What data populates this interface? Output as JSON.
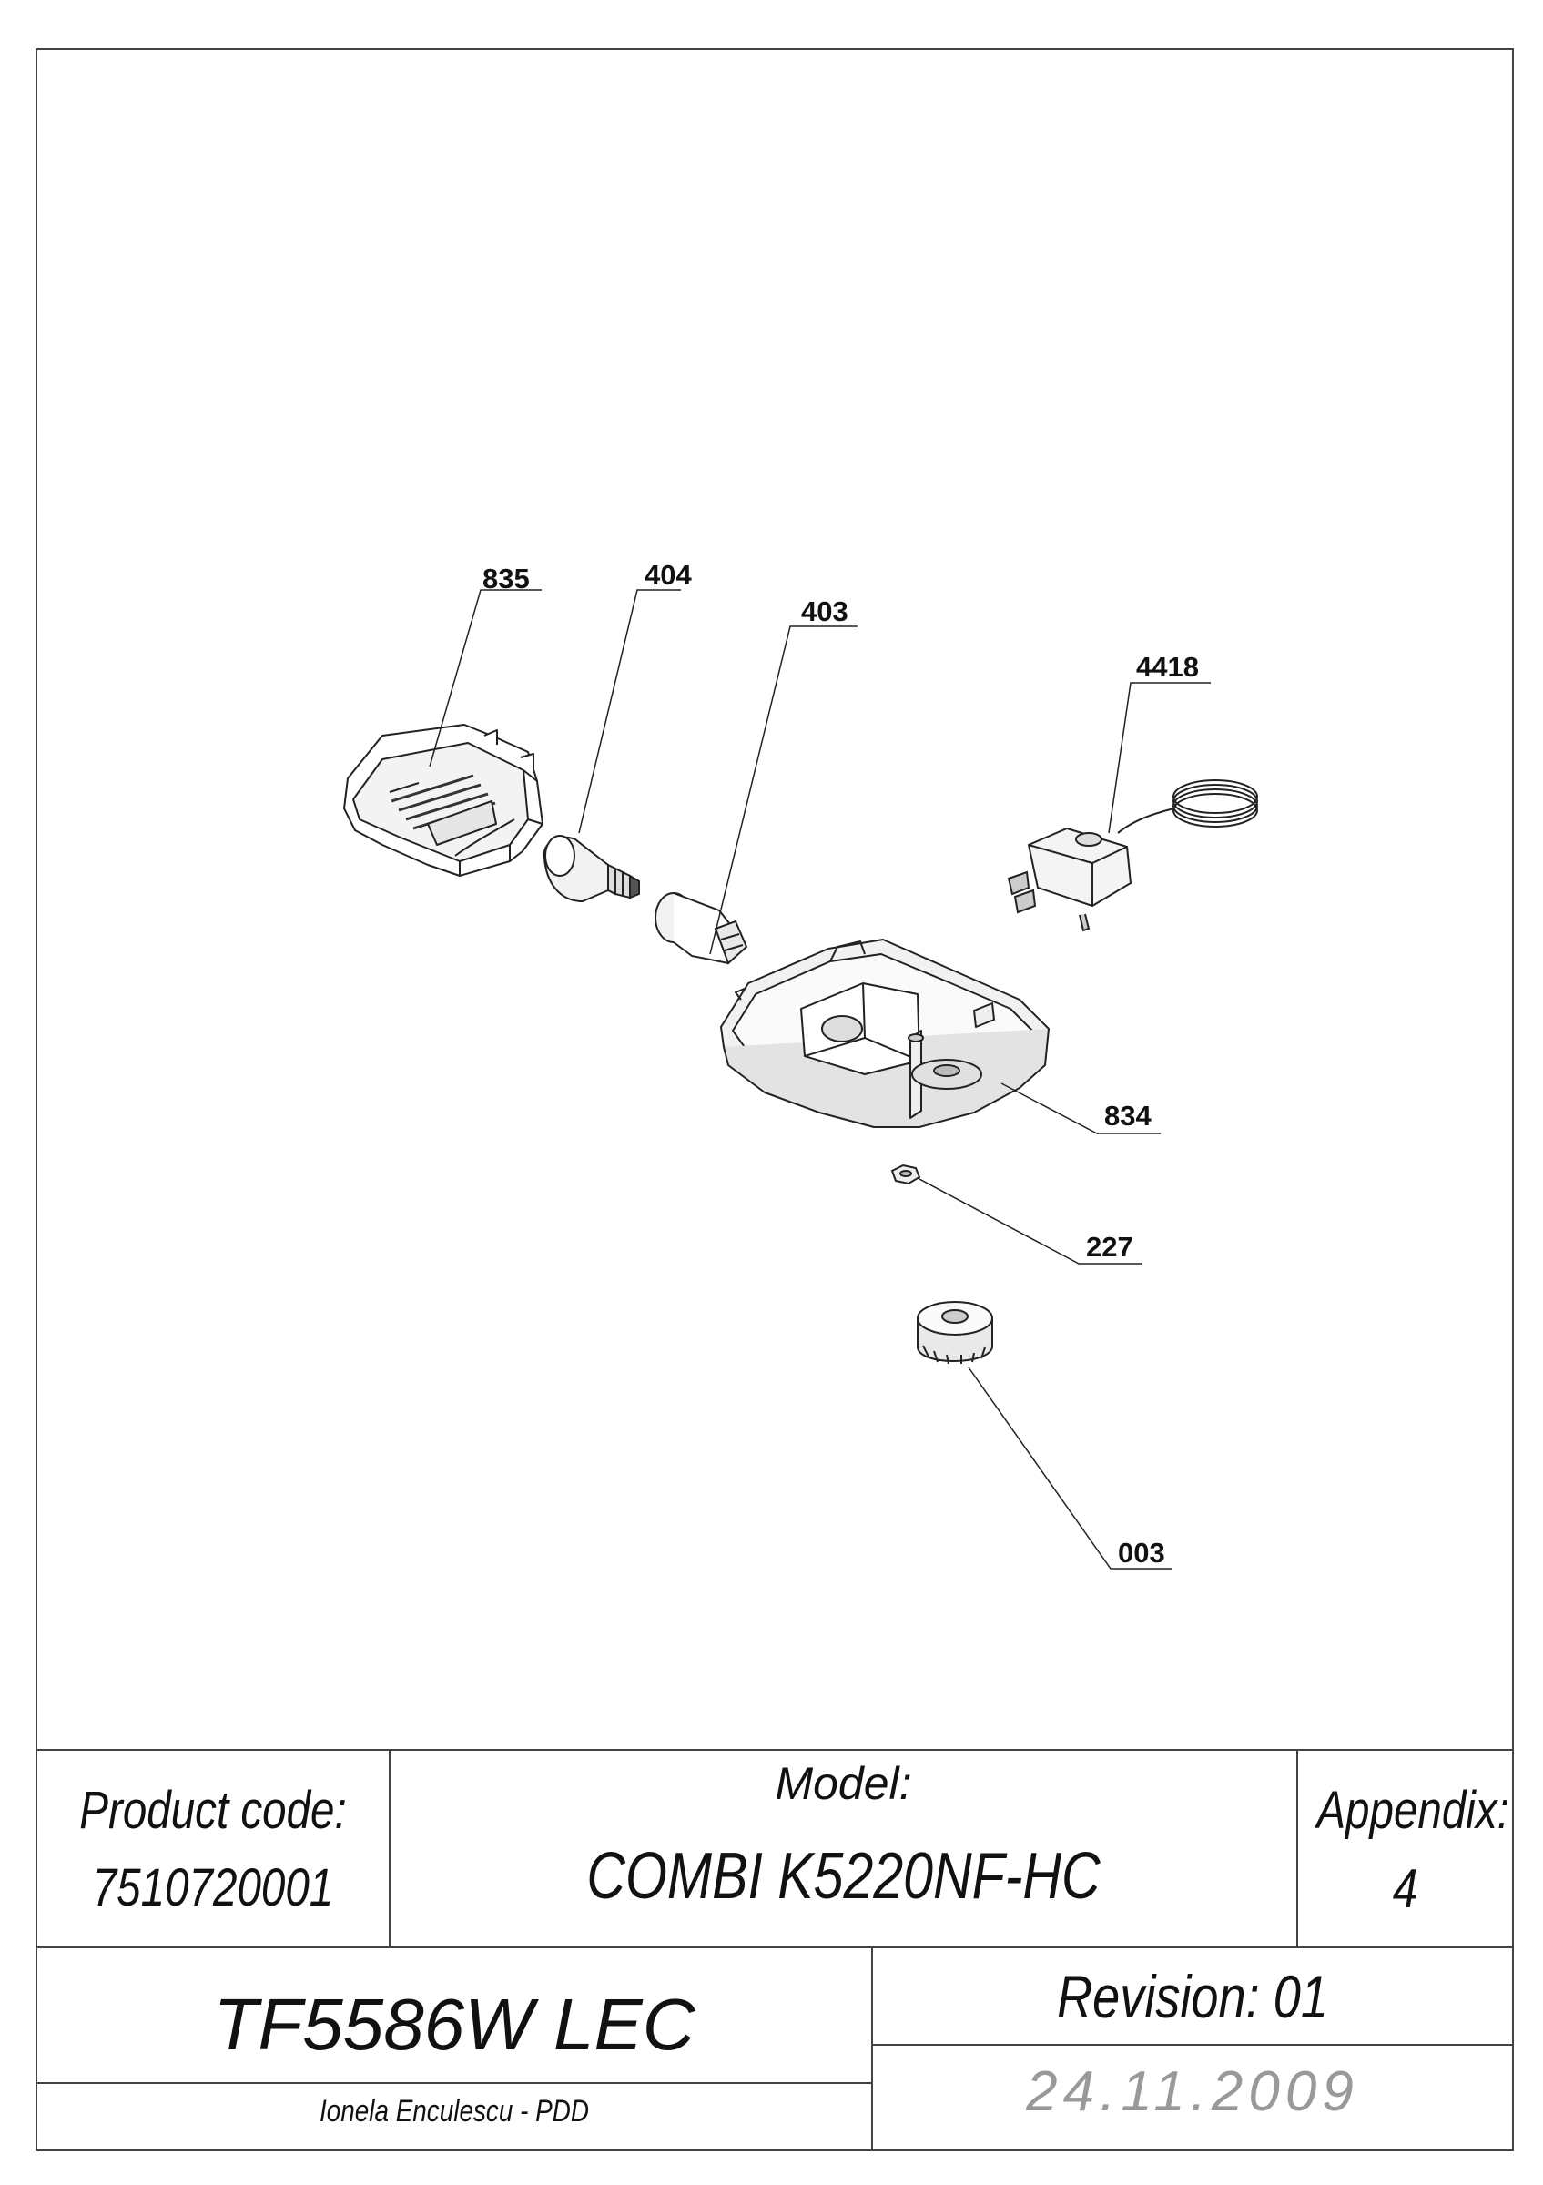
{
  "callouts": {
    "c835": "835",
    "c404": "404",
    "c403": "403",
    "c4418": "4418",
    "c834": "834",
    "c227": "227",
    "c003": "003"
  },
  "title_block": {
    "product_code_label": "Product code:",
    "product_code_value": "7510720001",
    "model_label": "Model:",
    "model_value": "COMBI K5220NF-HC",
    "appendix_label": "Appendix:",
    "appendix_value": "4",
    "drawing_name": "TF5586W LEC",
    "revision": "Revision: 01",
    "author": "Ionela Enculescu - PDD",
    "date": "24.11.2009"
  }
}
